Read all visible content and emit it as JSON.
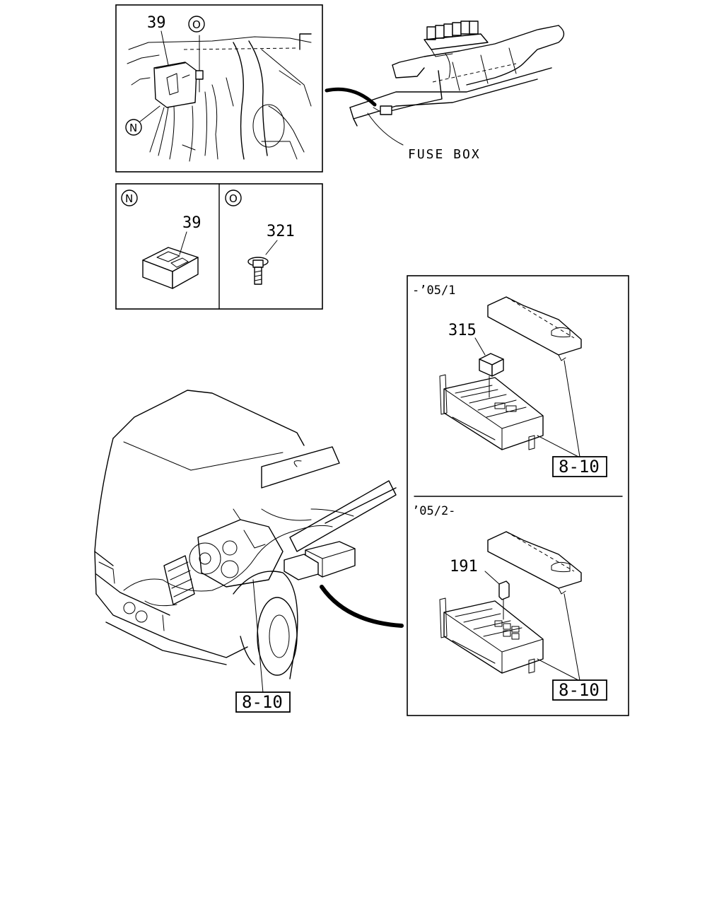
{
  "callouts": {
    "part_39_top": "39",
    "marker_o_top": "O",
    "marker_n_top": "N",
    "fuse_box": "FUSE BOX",
    "panel_n_marker": "N",
    "panel_n_part": "39",
    "panel_o_marker": "O",
    "panel_o_part": "321",
    "variant_1_label": "-’05/1",
    "variant_1_part": "315",
    "variant_1_ref": "8-10",
    "variant_2_label": "’05/2-",
    "variant_2_part": "191",
    "variant_2_ref": "8-10",
    "truck_ref": "8-10"
  }
}
